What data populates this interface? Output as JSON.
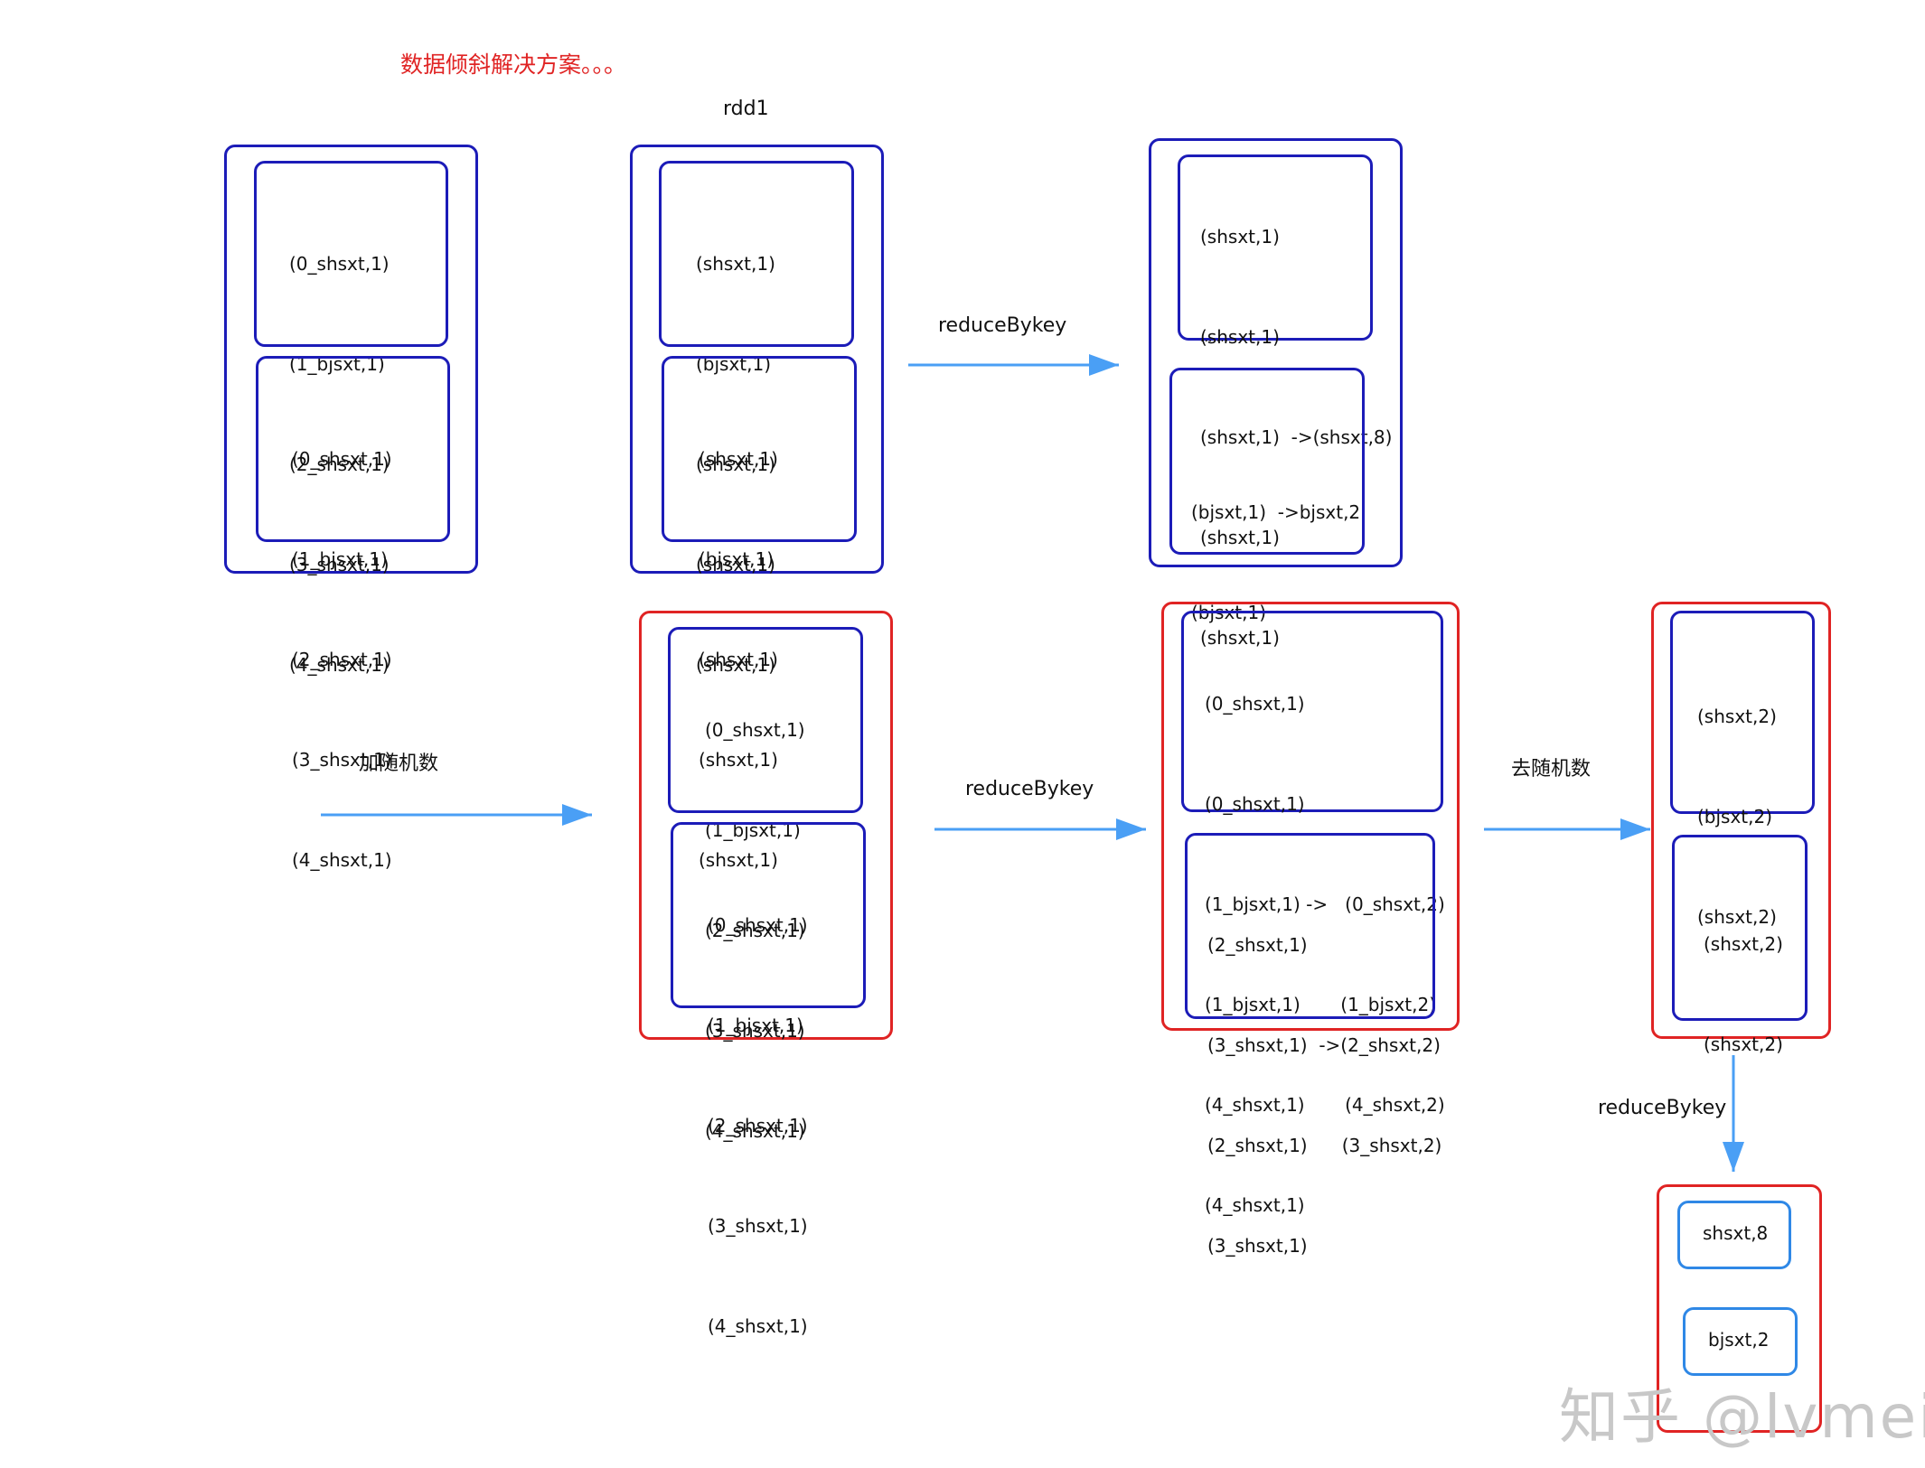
{
  "title": "数据倾斜解决方案。。。",
  "rdd_label": "rdd1",
  "op_add_random": "加随机数",
  "op_remove_random": "去随机数",
  "op_reduce": "reduceBykey",
  "left_top": [
    "(0_shsxt,1)",
    "(1_bjsxt,1)",
    "(2_shsxt,1)",
    "(3_shsxt,1)",
    "(4_shsxt,1)"
  ],
  "left_bottom": [
    "(0_shsxt,1)",
    "(1_bjsxt,1)",
    "(2_shsxt,1)",
    "(3_shsxt,1)",
    "(4_shsxt,1)"
  ],
  "rdd1_top": [
    "(shsxt,1)",
    "(bjsxt,1)",
    "(shsxt,1)",
    "(shsxt,1)",
    "(shsxt,1)"
  ],
  "rdd1_bottom": [
    "(shsxt,1)",
    "(bjsxt,1)",
    "(shsxt,1)",
    "(shsxt,1)",
    "(shsxt,1)"
  ],
  "result_top": [
    "(shsxt,1)",
    "(shsxt,1)",
    "(shsxt,1)  ->(shsxt,8)",
    "(shsxt,1)",
    "(shsxt,1)"
  ],
  "result_top_more": "... ...",
  "result_bottom": [
    "(bjsxt,1)  ->bjsxt,2",
    "(bjsxt,1)"
  ],
  "salted_top": [
    "(0_shsxt,1)",
    "(1_bjsxt,1)",
    "(2_shsxt,1)",
    "(3_shsxt,1)",
    "(4_shsxt,1)"
  ],
  "salted_bottom": [
    "(0_shsxt,1)",
    "(1_bjsxt,1)",
    "(2_shsxt,1)",
    "(3_shsxt,1)",
    "(4_shsxt,1)"
  ],
  "reduced_top": [
    "(0_shsxt,1)",
    "(0_shsxt,1)",
    "(1_bjsxt,1) ->   (0_shsxt,2)",
    "(1_bjsxt,1)       (1_bjsxt,2)",
    "(4_shsxt,1)       (4_shsxt,2)",
    "(4_shsxt,1)"
  ],
  "reduced_bottom": [
    "(2_shsxt,1)",
    "(3_shsxt,1)  ->(2_shsxt,2)",
    "(2_shsxt,1)      (3_shsxt,2)",
    "(3_shsxt,1)"
  ],
  "unsalted_top": [
    "(shsxt,2)",
    "(bjsxt,2)",
    "(shsxt,2)"
  ],
  "unsalted_bottom": [
    "(shsxt,2)",
    "(shsxt,2)"
  ],
  "final_top": "shsxt,8",
  "final_bottom": "bjsxt,2",
  "watermark": "知乎 @lvmei",
  "colors": {
    "partition": "#1c1cb8",
    "highlight": "#e02424",
    "arrow": "#4a9ff5",
    "final": "#2f88e6"
  }
}
